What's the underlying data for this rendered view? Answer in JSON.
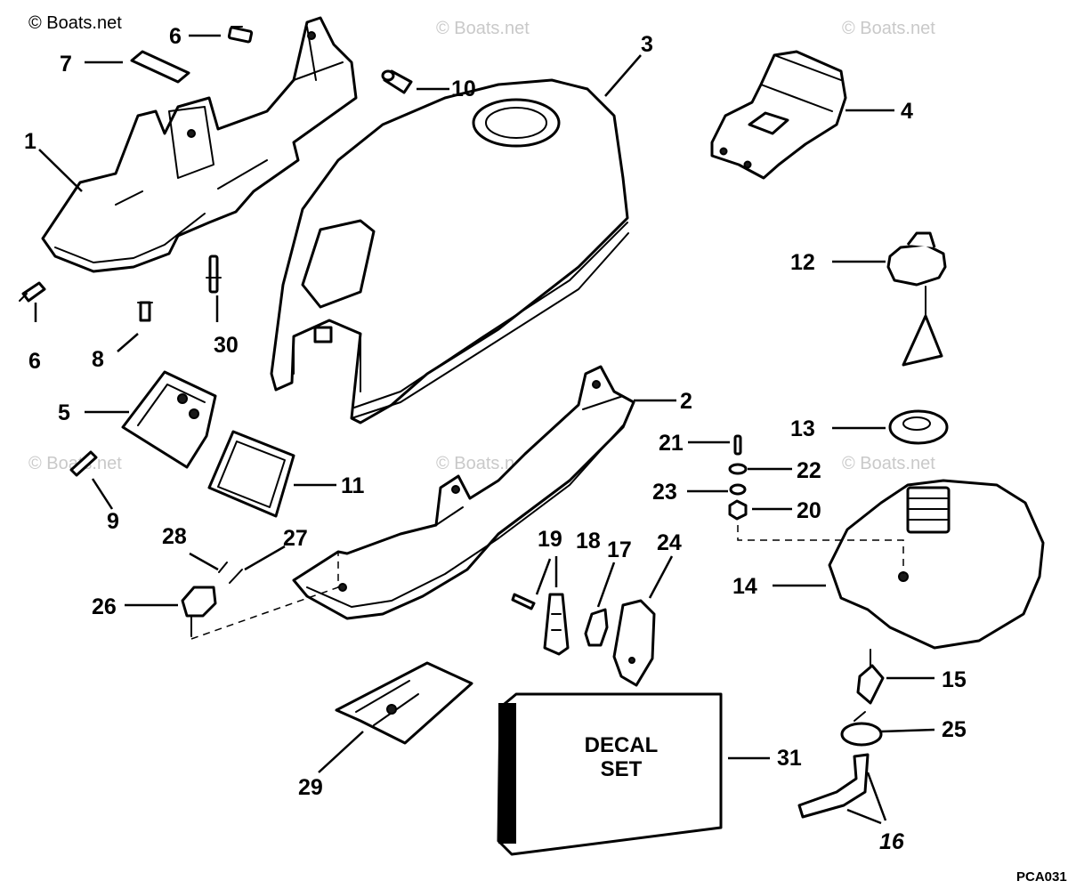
{
  "watermarks": {
    "main": "© Boats.net",
    "faded": "© Boats.net"
  },
  "figure_code": "PCA031",
  "decal": {
    "line1": "DECAL",
    "line2": "SET"
  },
  "callouts": {
    "c1": "1",
    "c2": "2",
    "c3": "3",
    "c4": "4",
    "c5": "5",
    "c6a": "6",
    "c6b": "6",
    "c7": "7",
    "c8": "8",
    "c9": "9",
    "c10": "10",
    "c11": "11",
    "c12": "12",
    "c13": "13",
    "c14": "14",
    "c15": "15",
    "c16": "16",
    "c17": "17",
    "c18": "18",
    "c19": "19",
    "c20": "20",
    "c21": "21",
    "c22": "22",
    "c23": "23",
    "c24": "24",
    "c25": "25",
    "c26": "26",
    "c27": "27",
    "c28": "28",
    "c29": "29",
    "c30": "30",
    "c31": "31"
  }
}
